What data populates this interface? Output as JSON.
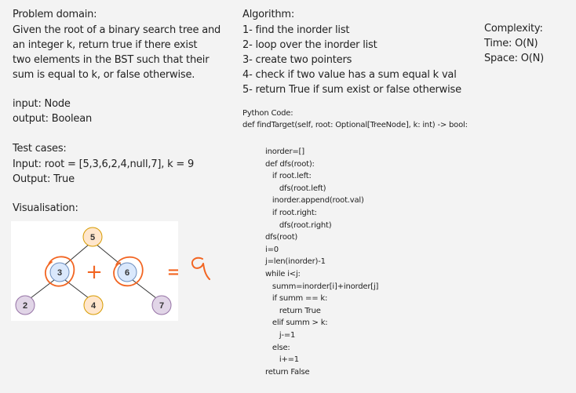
{
  "problem": {
    "title": "Problem domain:",
    "body": "Given the root of a binary search tree and\nan integer k, return true if there exist\ntwo elements in the BST such that their\nsum is equal to k, or false otherwise."
  },
  "io": "input: Node\noutput: Boolean",
  "tests": {
    "title": "Test cases:",
    "body": "Input: root = [5,3,6,2,4,null,7], k = 9\nOutput: True"
  },
  "visualisation": {
    "title": "Visualisation:",
    "nodes": [
      "5",
      "3",
      "6",
      "2",
      "4",
      "7"
    ],
    "plus": "+",
    "equals": "="
  },
  "algorithm": {
    "title": "Algorithm:",
    "steps": "1- find the inorder list\n2- loop over the inorder list\n3- create two pointers\n4- check if two value has a sum equal k val\n5- return True if sum exist or false otherwise"
  },
  "complexity": "Complexity:\nTime: O(N)\nSpace: O(N)",
  "python": {
    "title": "Python Code:",
    "signature": "def findTarget(self, root: Optional[TreeNode], k: int) -> bool:",
    "code": "inorder=[]\ndef dfs(root):\n   if root.left:\n      dfs(root.left)\n   inorder.append(root.val)\n   if root.right:\n      dfs(root.right)\ndfs(root)\ni=0\nj=len(inorder)-1\nwhile i<j:\n   summ=inorder[i]+inorder[j]\n   if summ == k:\n      return True\n   elif summ > k:\n      j-=1\n   else:\n      i+=1\nreturn False"
  },
  "colors": {
    "node_orange_fill": "#ffe6cc",
    "node_orange_stroke": "#d79b00",
    "node_blue_fill": "#dae8fc",
    "node_blue_stroke": "#6c8ebf",
    "node_purple_fill": "#e1d5e7",
    "node_purple_stroke": "#9673a6",
    "annotation": "#f26522"
  }
}
